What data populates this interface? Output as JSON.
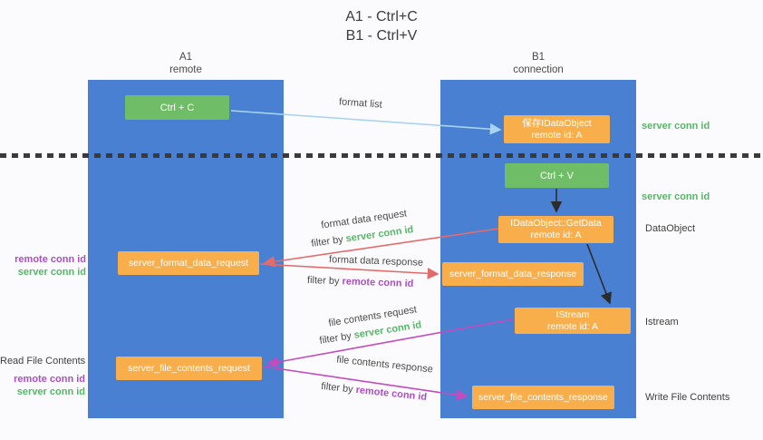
{
  "title": {
    "line1": "A1 - Ctrl+C",
    "line2": "B1 - Ctrl+V"
  },
  "columns": {
    "a1": {
      "name": "A1",
      "subtitle": "remote"
    },
    "b1": {
      "name": "B1",
      "subtitle": "connection"
    }
  },
  "nodes": {
    "ctrl_c": "Ctrl + C",
    "ctrl_v": "Ctrl + V",
    "save_idataobject": {
      "line1": "保存IDataObject",
      "line2": "remote id: A"
    },
    "getdata": {
      "line1": "IDataObject::GetData",
      "line2": "remote id: A"
    },
    "istream": {
      "line1": "IStream",
      "line2": "remote id: A"
    },
    "format_request": "server_format_data_request",
    "format_response": "server_format_data_response",
    "file_request": "server_file_contents_request",
    "file_response": "server_file_contents_response"
  },
  "arrows": {
    "format_list": {
      "label": "format list"
    },
    "format_data_request": {
      "label": "format data request",
      "filter_prefix": "filter by ",
      "filter_value": "server conn id"
    },
    "format_data_response": {
      "label": "format data response",
      "filter_prefix": "filter by ",
      "filter_value": "remote conn id"
    },
    "file_contents_request": {
      "label": "file contents request",
      "filter_prefix": "filter by ",
      "filter_value": "server conn id"
    },
    "file_contents_response": {
      "label": "file contents response",
      "filter_prefix": "filter by ",
      "filter_value": "remote conn id"
    }
  },
  "side_labels": {
    "server_conn_id_top": "server conn id",
    "server_conn_id_mid": "server conn id",
    "dataobject": "DataObject",
    "istream": "Istream",
    "write_file_contents": "Write File Contents",
    "read_file_contents": "Read File Contents",
    "remote_conn_id_1": "remote conn id",
    "server_conn_id_1": "server conn id",
    "remote_conn_id_2": "remote conn id",
    "server_conn_id_2": "server conn id"
  },
  "colors": {
    "column_blue": "#4a80d1",
    "node_green": "#6fbe67",
    "node_orange": "#f8ae4a",
    "text_green": "#55b766",
    "text_purple": "#ab4fc3",
    "arrow_red": "#e56b6b",
    "arrow_magenta": "#c24bbd",
    "arrow_lightblue": "#a8d4f0",
    "arrow_black": "#2b2b2b",
    "background": "#fbfbfd"
  }
}
